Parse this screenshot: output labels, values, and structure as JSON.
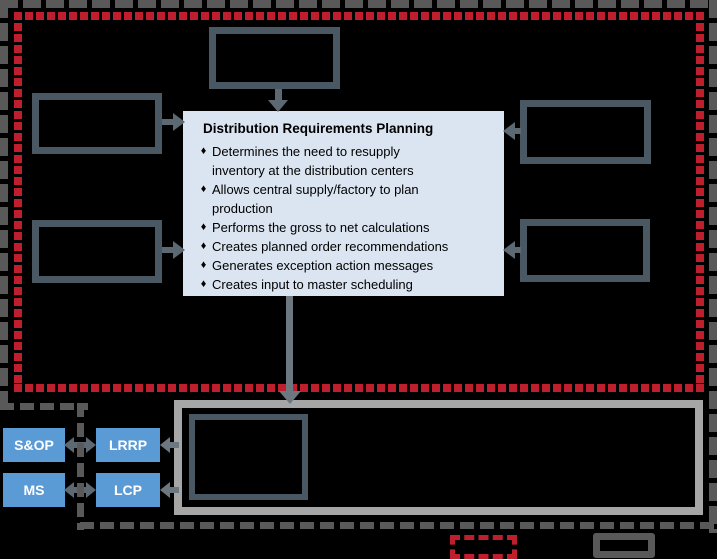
{
  "diagram": {
    "drp_box": {
      "title": "Distribution Requirements Planning",
      "bullet_char": "♦",
      "bullets": [
        "Determines the need to resupply\ninventory at the distribution centers",
        "Allows central supply/factory to plan\nproduction",
        "Performs the gross to net calculations",
        "Creates planned order recommendations",
        "Generates exception action messages",
        "Creates input to master scheduling"
      ]
    },
    "planning_boxes": [
      {
        "label": "S&OP"
      },
      {
        "label": "LRRP"
      },
      {
        "label": "MS"
      },
      {
        "label": "LCP"
      }
    ],
    "colors": {
      "background": "#000000",
      "outer_dashed_border": "#595959",
      "red_dashed_border": "#bf1e2c",
      "box_border": "#4a5863",
      "arrow": "#5c6872",
      "arrow_light": "#6d7780",
      "bottom_container_border": "#a6a6a6",
      "blue_box_fill": "#5b9bd5",
      "blue_box_text": "#ffffff",
      "drp_box_fill": "#dbe5f1"
    }
  }
}
